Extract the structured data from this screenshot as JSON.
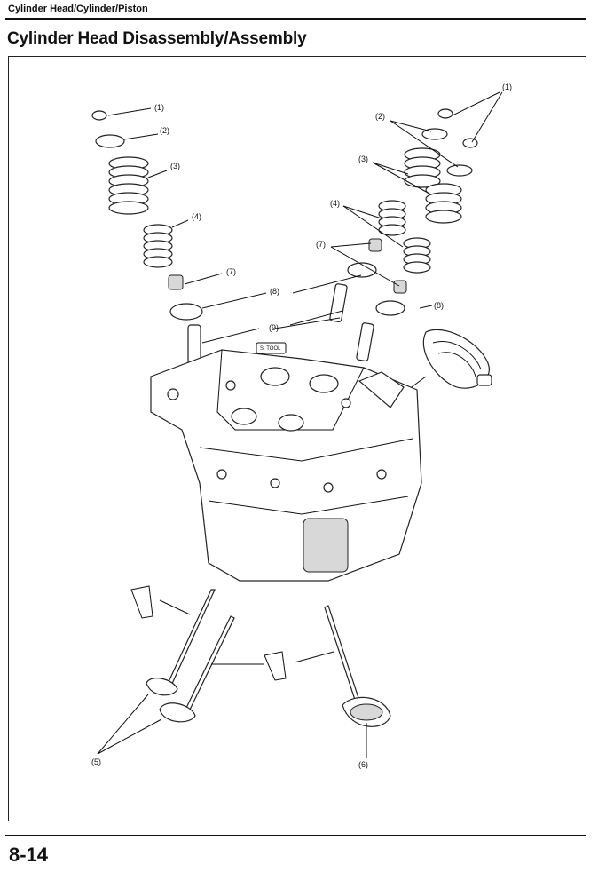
{
  "header": {
    "section": "Cylinder Head/Cylinder/Piston",
    "title": "Cylinder Head Disassembly/Assembly"
  },
  "diagram": {
    "callouts": [
      "(1)",
      "(2)",
      "(3)",
      "(4)",
      "(5)",
      "(6)",
      "(7)",
      "(8)",
      "(9)"
    ],
    "tool_label": "S. TOOL"
  },
  "footer": {
    "page_number": "8-14"
  }
}
